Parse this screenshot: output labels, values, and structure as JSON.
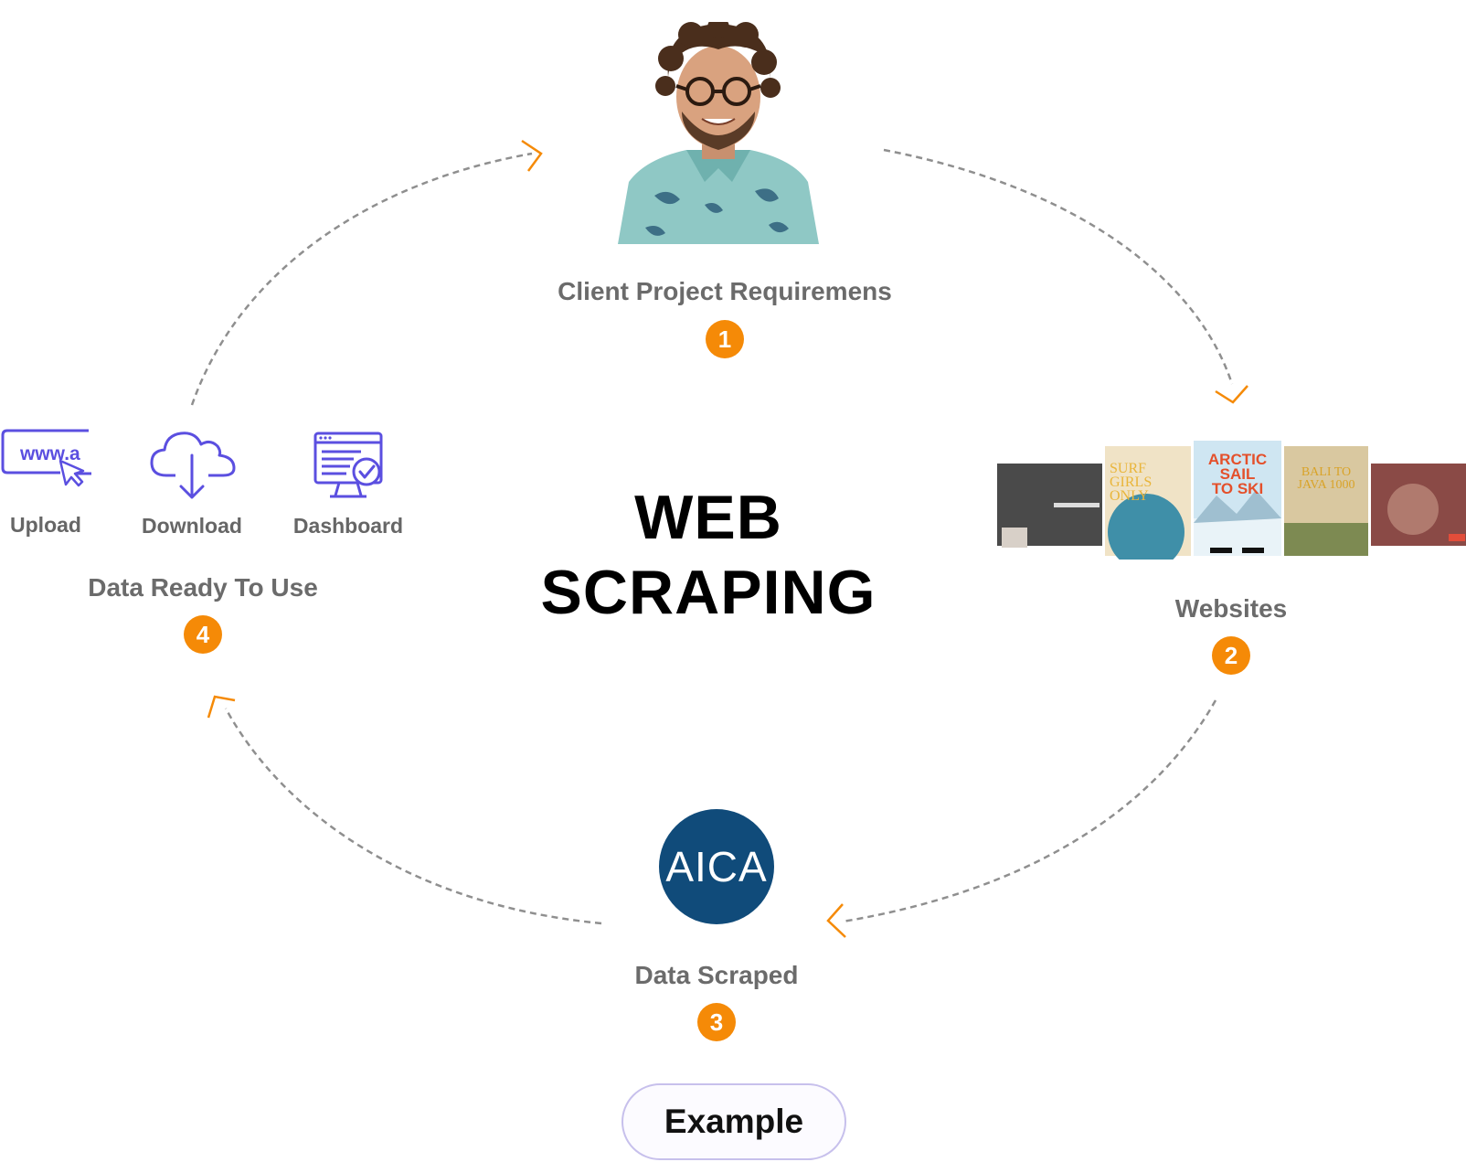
{
  "title": {
    "line1": "WEB",
    "line2": "SCRAPING"
  },
  "steps": [
    {
      "number": "1",
      "label": "Client Project Requiremens"
    },
    {
      "number": "2",
      "label": "Websites"
    },
    {
      "number": "3",
      "label": "Data Scraped"
    },
    {
      "number": "4",
      "label": "Data Ready To Use"
    }
  ],
  "outputs": [
    {
      "label": "Upload",
      "icon": "url-cursor-icon",
      "icon_text": "www.a"
    },
    {
      "label": "Download",
      "icon": "cloud-download-icon"
    },
    {
      "label": "Dashboard",
      "icon": "dashboard-monitor-icon"
    }
  ],
  "logo": {
    "text": "AICA",
    "color": "#104b7a"
  },
  "websites": {
    "posters": [
      {
        "text": [
          "SURF",
          "GIRLS",
          "ONLY"
        ],
        "color": "#e9b53a"
      },
      {
        "text": [
          "ARCTIC",
          "SAIL",
          "TO SKI"
        ],
        "color": "#e4502b"
      },
      {
        "text": [
          "BALI TO",
          "JAVA 1000"
        ],
        "color": "#d9a328"
      }
    ]
  },
  "button": {
    "label": "Example"
  },
  "colors": {
    "accent": "#f58a07",
    "icon": "#5b4fe0",
    "arrow": "#8a8a8a"
  }
}
